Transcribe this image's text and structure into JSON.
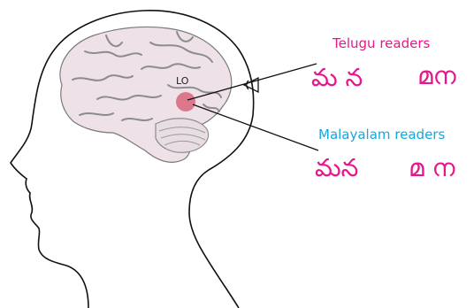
{
  "labels": {
    "lo": "LO",
    "telugu_readers": "Telugu readers",
    "malayalam_readers": "Malayalam readers"
  },
  "scripts": {
    "telugu_word_1": "మ న",
    "telugu_word_2": "മന",
    "malayalam_word_1": "మన",
    "malayalam_word_2": "മ ന"
  },
  "colors": {
    "telugu": "#e6178c",
    "malayalam": "#15a7e0",
    "brain": "#efe1e8",
    "lo_region": "#d9657b"
  },
  "icons": [
    "head-silhouette-icon",
    "brain-icon",
    "eye-icon"
  ]
}
